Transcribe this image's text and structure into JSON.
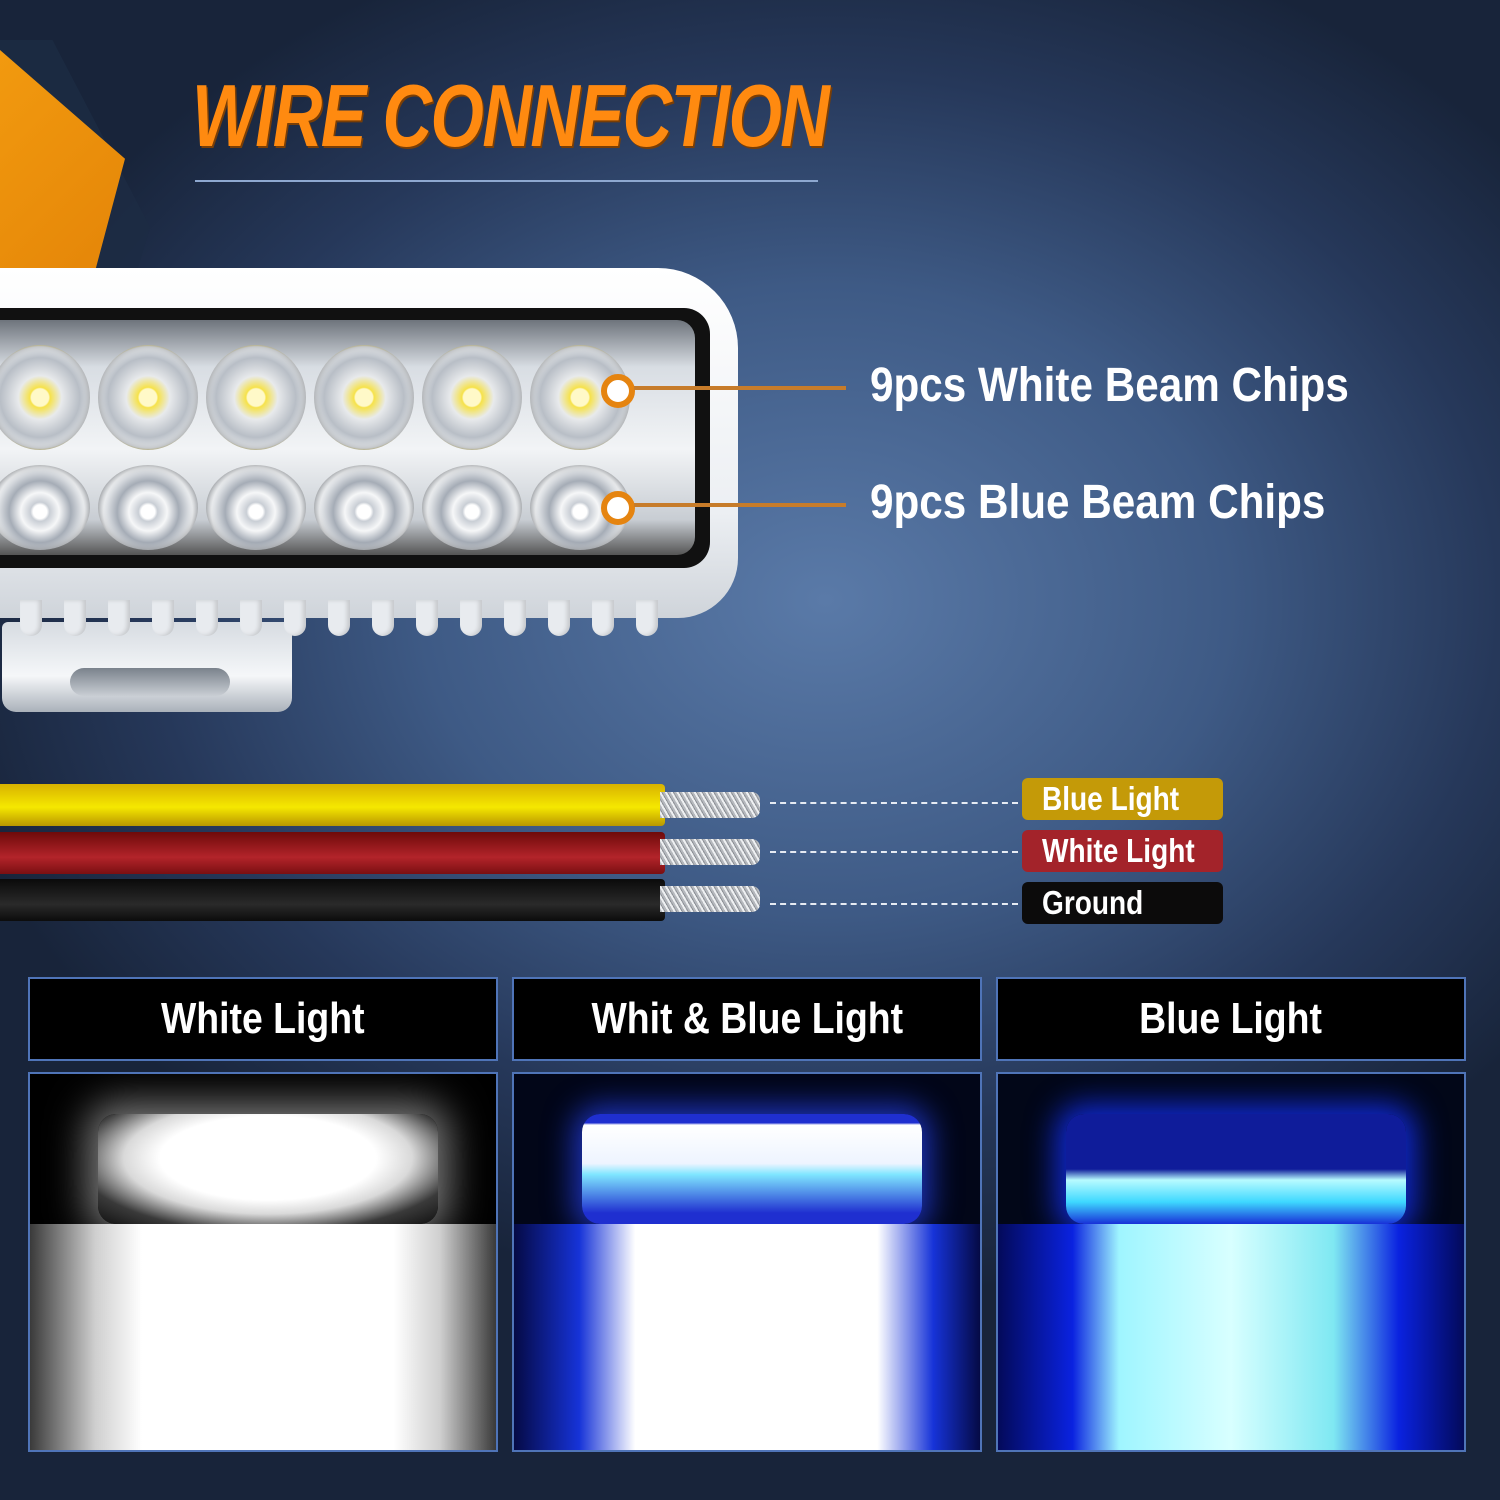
{
  "header": {
    "title": "WIRE CONNECTION"
  },
  "product": {
    "callouts": [
      {
        "label": "9pcs White Beam Chips",
        "chip_count": 9,
        "beam": "White"
      },
      {
        "label": "9pcs Blue Beam Chips",
        "chip_count": 9,
        "beam": "Blue"
      }
    ]
  },
  "wires": [
    {
      "color_name": "yellow",
      "color": "#f5e800",
      "label": "Blue Light",
      "tag_color": "#c49a08"
    },
    {
      "color_name": "red",
      "color": "#b3242a",
      "label": "White Light",
      "tag_color": "#a3232a"
    },
    {
      "color_name": "black",
      "color": "#1a1a1a",
      "label": "Ground",
      "tag_color": "#0c0b0b"
    }
  ],
  "modes": [
    {
      "label": "White Light"
    },
    {
      "label": "Whit & Blue Light"
    },
    {
      "label": "Blue Light"
    }
  ],
  "colors": {
    "accent_orange": "#ff8a10",
    "panel_border": "#4f74b8",
    "background": "#3e5a85"
  }
}
